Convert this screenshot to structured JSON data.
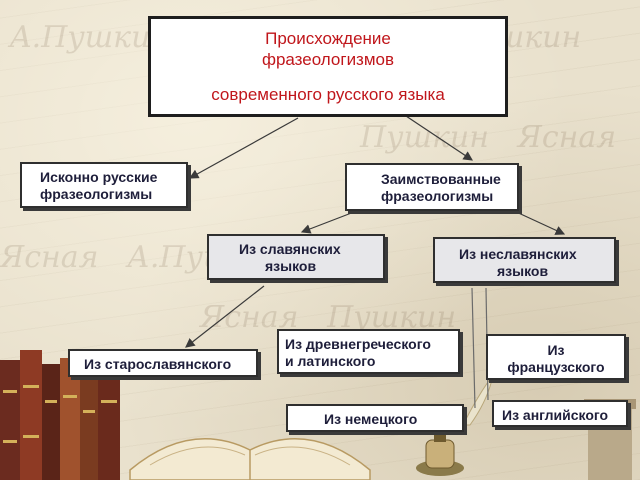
{
  "title": {
    "line1": "Происхождение",
    "line2": "фразеологизмов",
    "line3": "современного русского языка"
  },
  "nodes": {
    "native": {
      "line1": "Исконно русские",
      "line2": "фразеологизмы"
    },
    "borrowed": {
      "line1": "Заимствованные",
      "line2": "фразеологизмы"
    },
    "slavic": {
      "line1": "Из славянских",
      "line2": "языков"
    },
    "nonslavic": {
      "line1": "Из неславянских",
      "line2": "языков"
    },
    "old_slavonic": {
      "line1": "Из старославянского"
    },
    "greek_latin": {
      "line1": "Из древнегреческого",
      "line2": "и латинского"
    },
    "french": {
      "line1": "Из",
      "line2": "французского"
    },
    "english": {
      "line1": "Из английского"
    },
    "german": {
      "line1": "Из немецкого"
    }
  },
  "colors": {
    "title_text": "#c0161b",
    "node_text": "#1e1e3a",
    "border": "#2f2f2f",
    "background": "#e9e1cd"
  }
}
